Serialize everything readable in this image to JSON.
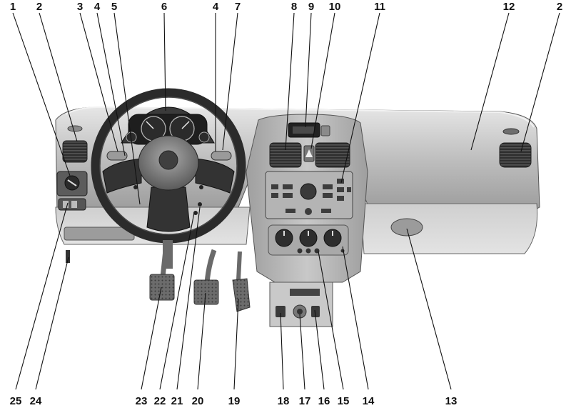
{
  "callouts_top": [
    "1",
    "2",
    "3",
    "4",
    "5",
    "6",
    "4",
    "7",
    "8",
    "9",
    "10",
    "11",
    "12",
    "2"
  ],
  "callouts_bottom": [
    "25",
    "24",
    "23",
    "22",
    "21",
    "20",
    "19",
    "18",
    "17",
    "16",
    "15",
    "14",
    "13"
  ],
  "colors": {
    "dash_light": "#d9d9d9",
    "dash_mid": "#b5b5b5",
    "dash_dark": "#7a7a7a",
    "wheel": "#2b2b2b",
    "vent": "#3a3a3a",
    "cluster": "#1e1e1e",
    "pedal": "#6e6e6e"
  }
}
